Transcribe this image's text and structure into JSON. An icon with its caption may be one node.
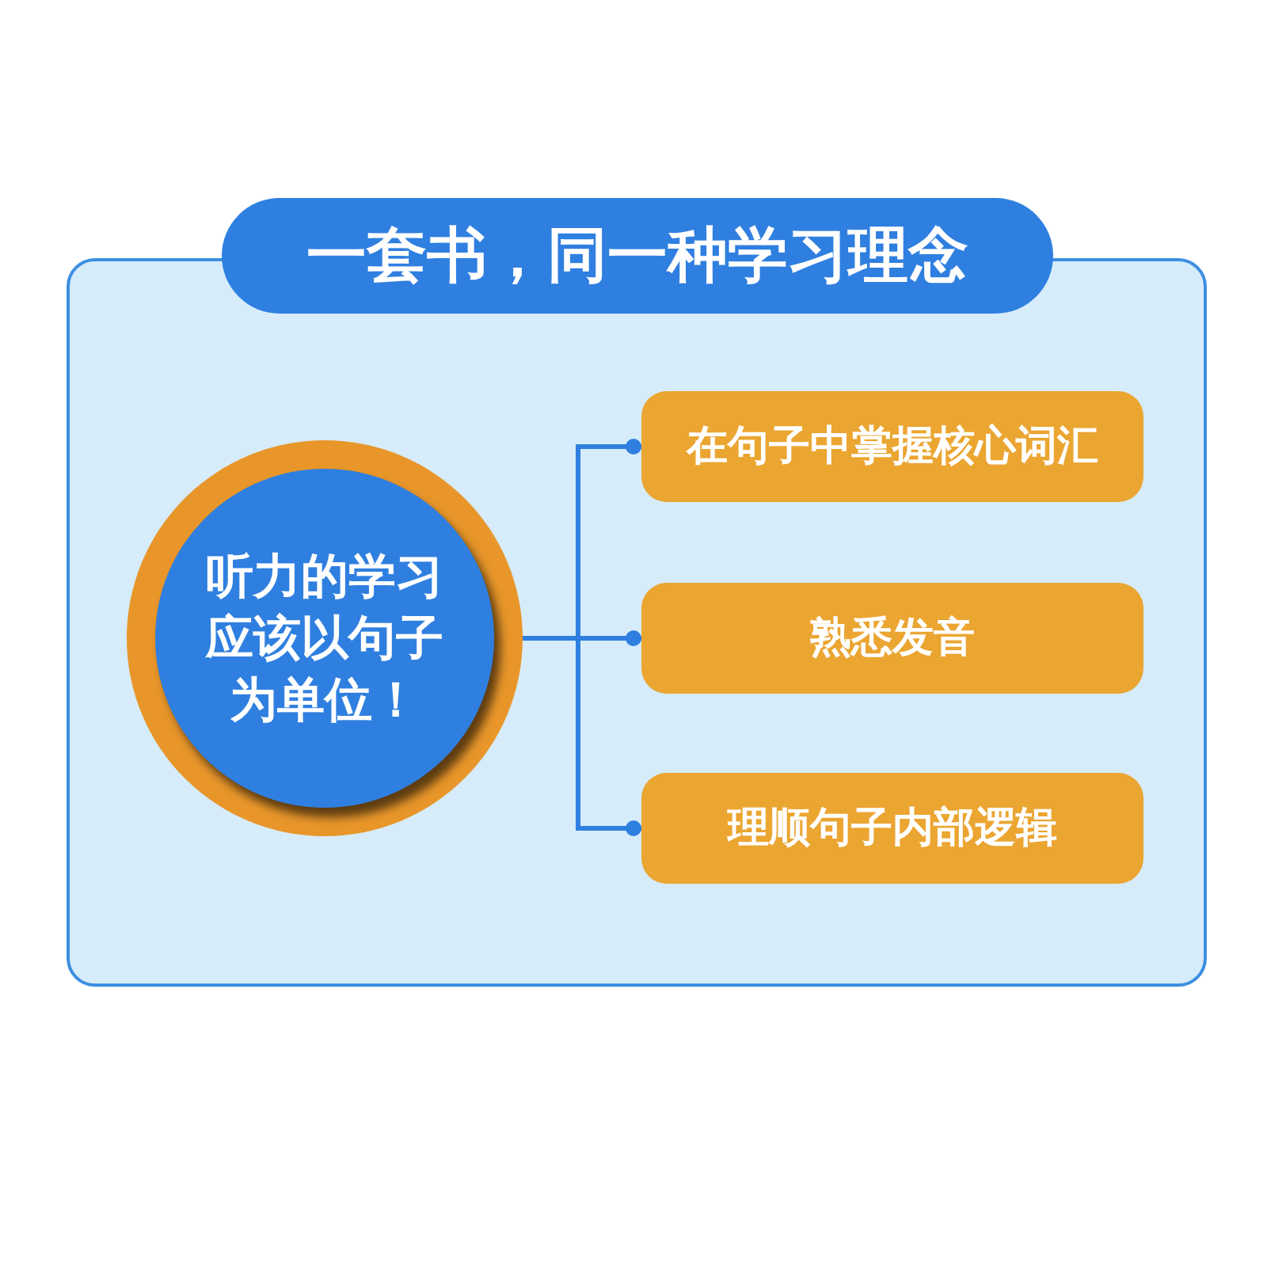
{
  "diagram": {
    "title": "一套书，同一种学习理念",
    "nodes": [
      {
        "text": [
          "听力的学习应该以句子为单位！"
        ]
      },
      {
        "text": [
          "在句子中掌握核心词汇"
        ]
      },
      {
        "text": [
          "熟悉发音"
        ]
      },
      {
        "text": [
          "理顺句子内部逻辑"
        ]
      }
    ],
    "edges": [
      {
        "from": 0,
        "to": 1,
        "arrow": "other"
      },
      {
        "from": 0,
        "to": 2,
        "arrow": "other"
      },
      {
        "from": 0,
        "to": 3,
        "arrow": "other"
      }
    ]
  }
}
